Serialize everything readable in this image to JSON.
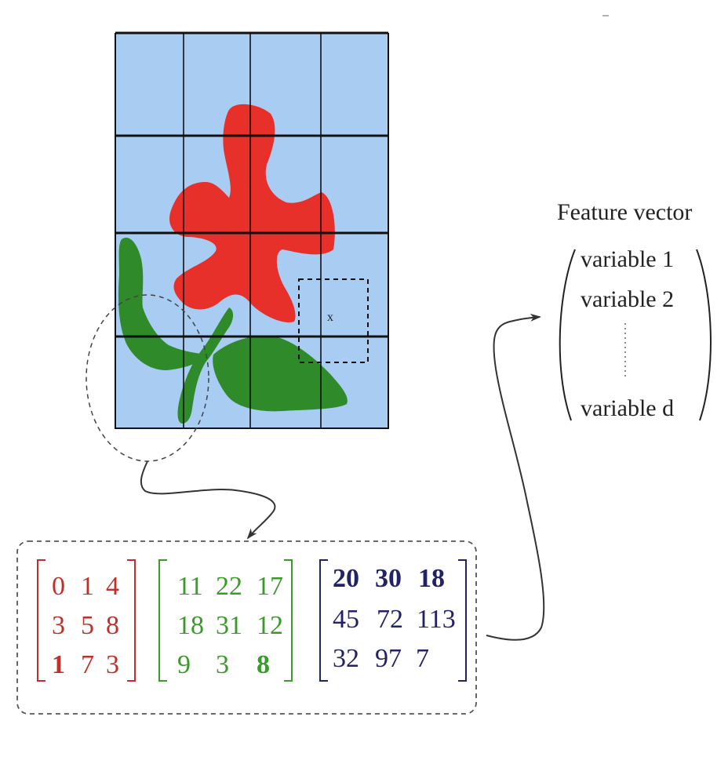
{
  "image_grid": {
    "rows": 4,
    "cols": 4,
    "background_color": "#a9cdf2",
    "petal_color": "#e8302a",
    "leaf_color": "#2f8a2a",
    "window_label": "x"
  },
  "feature_vector": {
    "title": "Feature vector",
    "variables": [
      "variable 1",
      "variable 2",
      "variable d"
    ]
  },
  "matrices": [
    {
      "color": "#c0302a",
      "rows": [
        [
          "0",
          "1",
          "4"
        ],
        [
          "3",
          "5",
          "8"
        ],
        [
          "1",
          "7",
          "3"
        ]
      ]
    },
    {
      "color": "#3a9a2a",
      "rows": [
        [
          "11",
          "22",
          "17"
        ],
        [
          "18",
          "31",
          "12"
        ],
        [
          "9",
          "3",
          "8"
        ]
      ]
    },
    {
      "color": "#222266",
      "rows": [
        [
          "20",
          "30",
          "18"
        ],
        [
          "45",
          "72",
          "113"
        ],
        [
          "32",
          "97",
          "7"
        ]
      ]
    }
  ]
}
